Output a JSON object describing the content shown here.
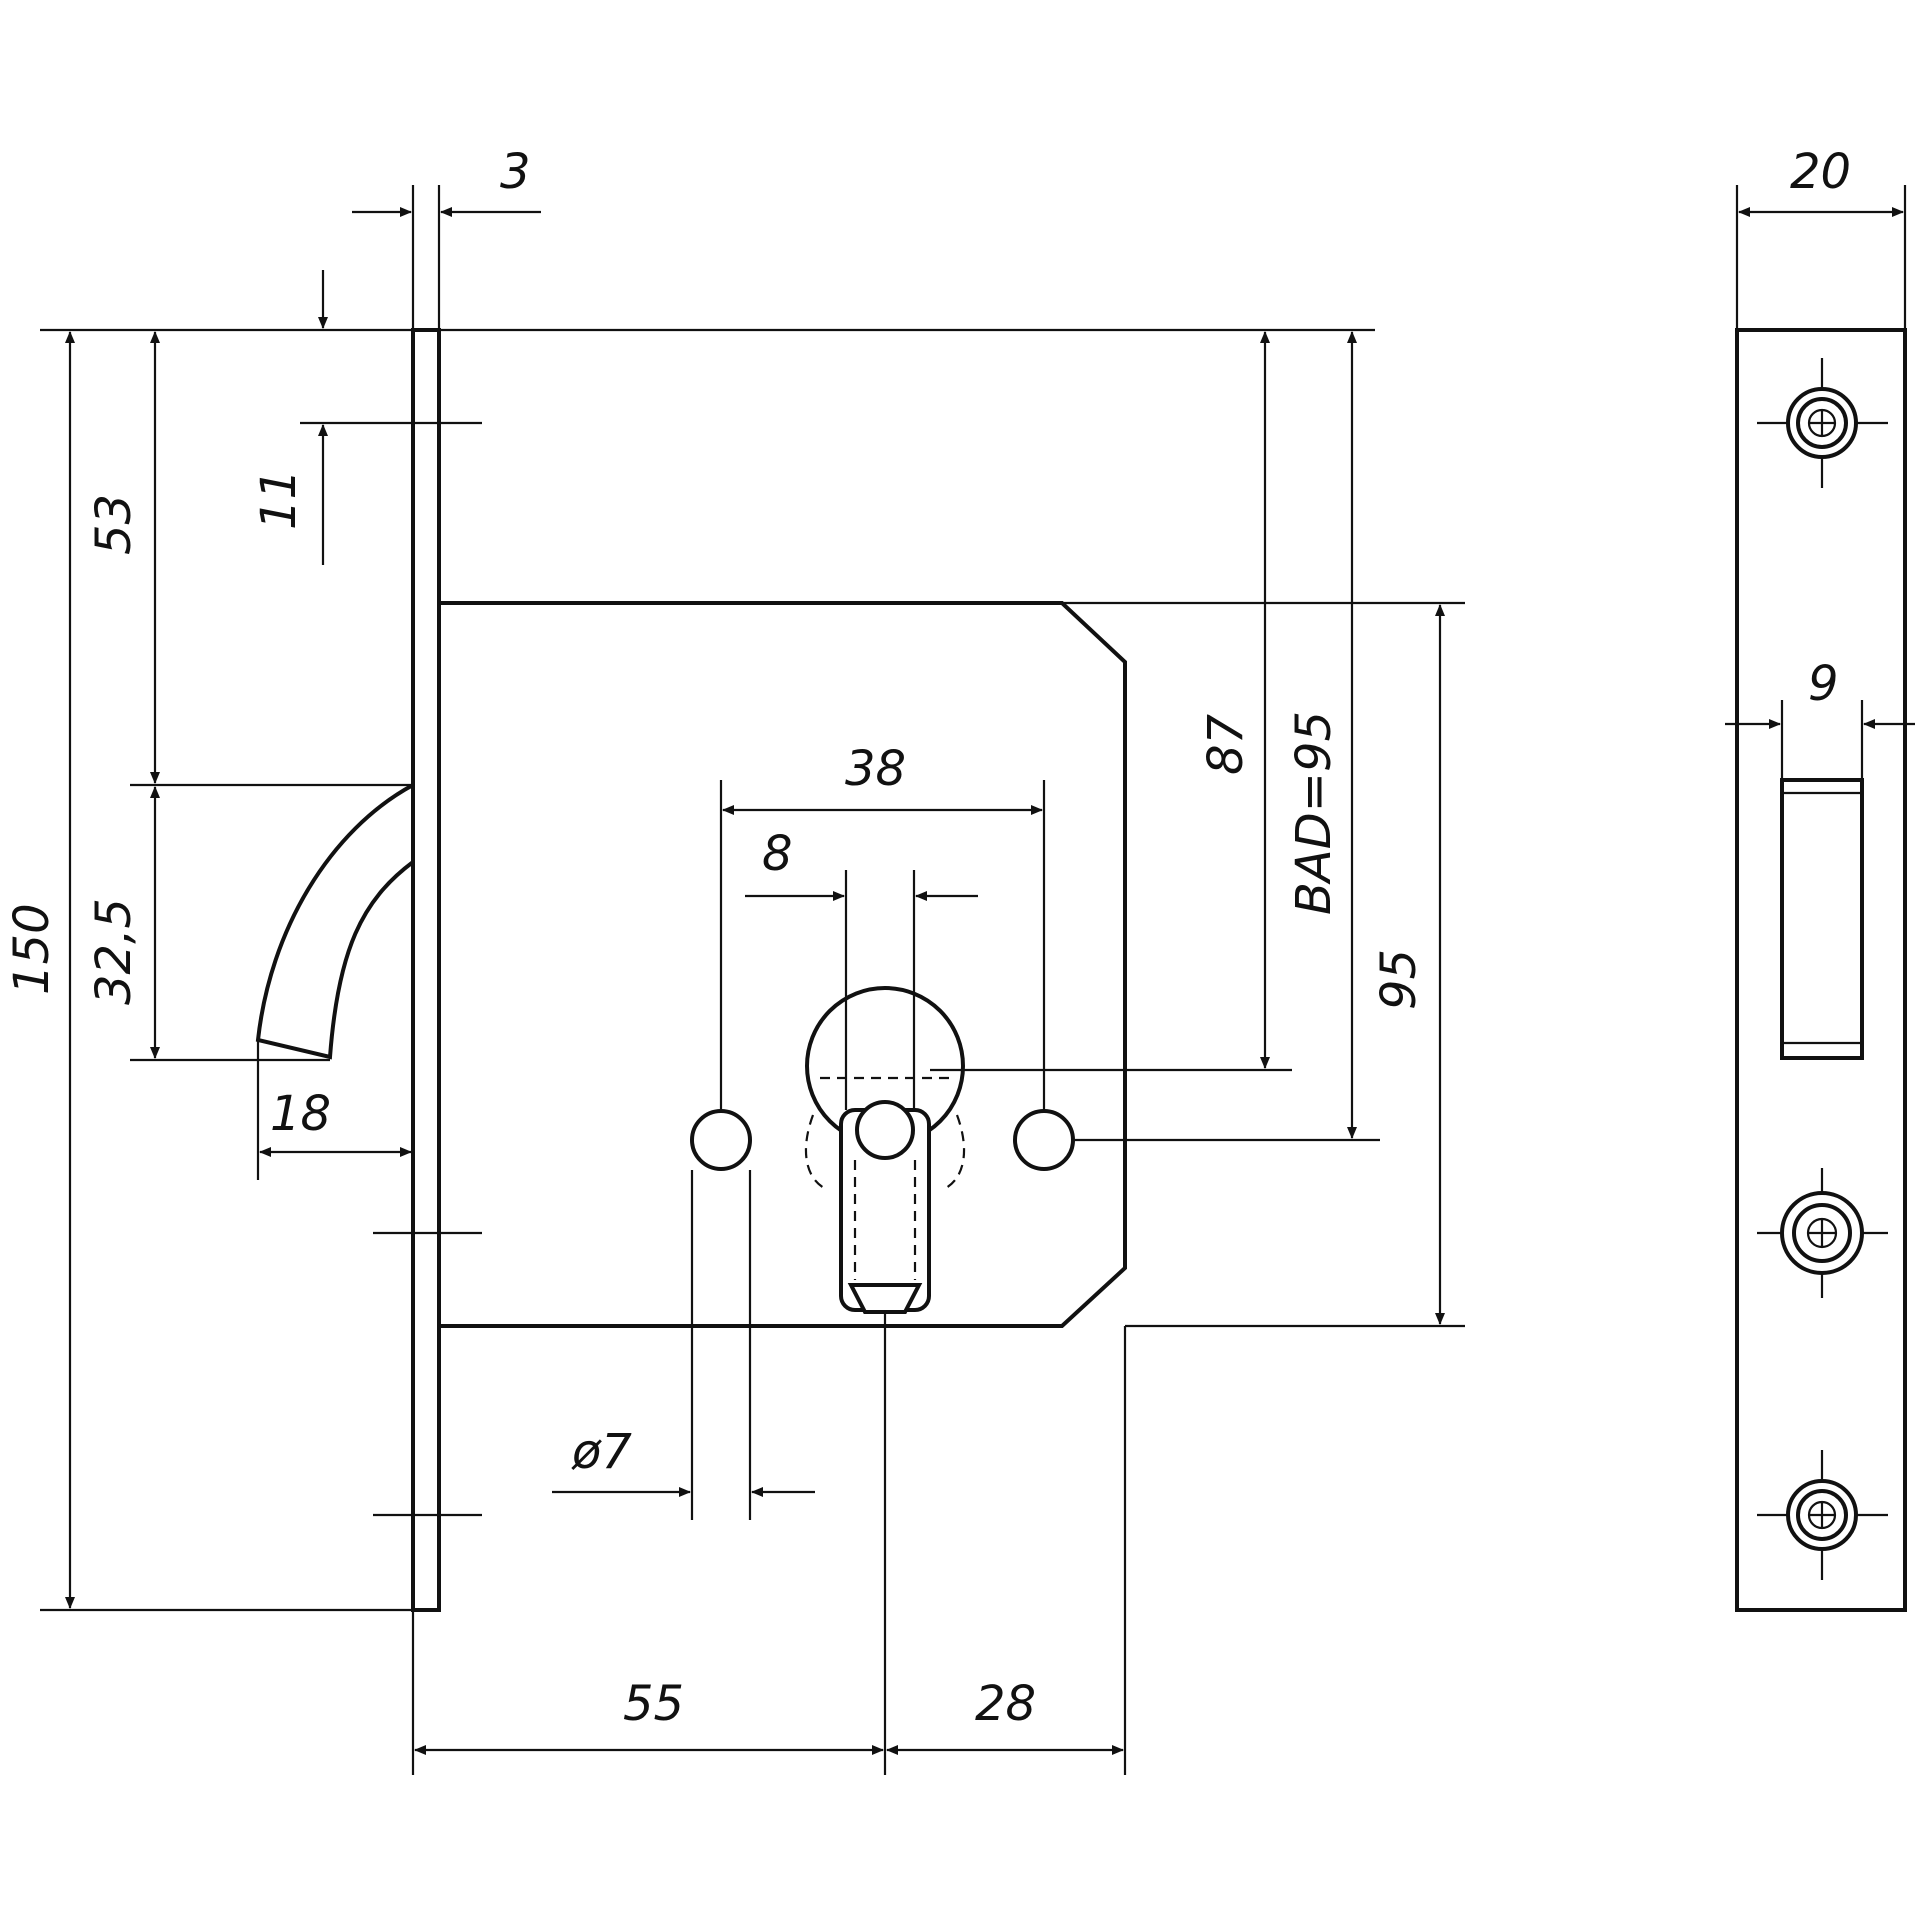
{
  "colors": {
    "line": "#111111",
    "background": "#ffffff"
  },
  "dimensions": {
    "backset": "3",
    "faceplate_width": "20",
    "top_offset": "53",
    "screw_offset": "11",
    "hook_height": "32,5",
    "total_height": "150",
    "hook_projection": "18",
    "handle_spacing": "38",
    "cylinder_width": "8",
    "distance_87": "87",
    "bad": "BAD=95",
    "case_height": "95",
    "hole_diameter": "ø7",
    "backset_55": "55",
    "depth_28": "28",
    "bolt_width": "9"
  }
}
